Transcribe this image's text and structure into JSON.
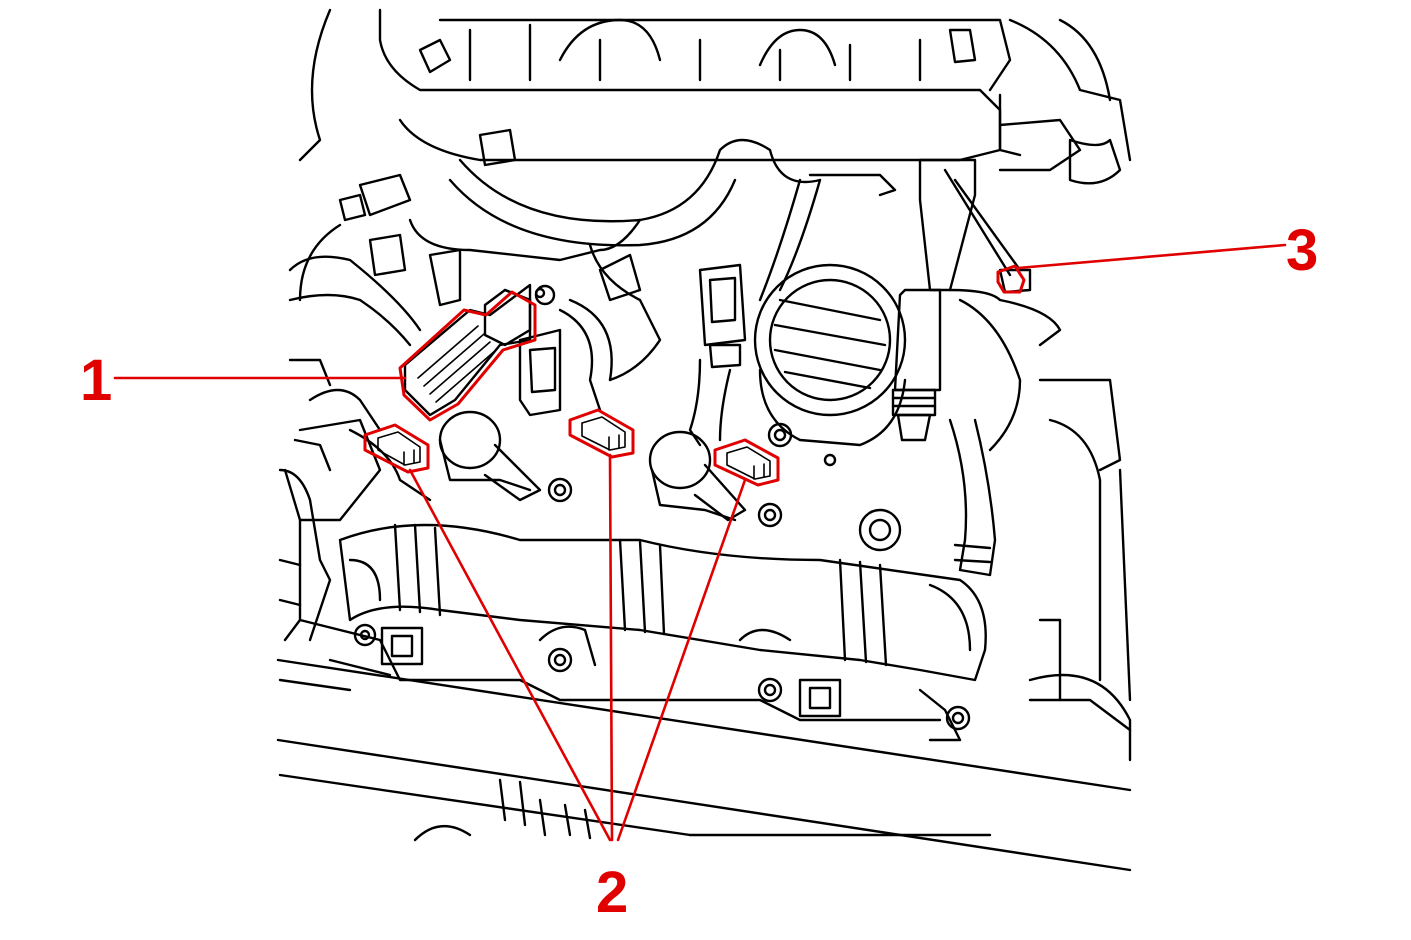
{
  "diagram": {
    "colors": {
      "line_art": "#000000",
      "callout_accent": "#e00000",
      "background": "#ffffff"
    },
    "callouts": [
      {
        "id": "1",
        "label": "1"
      },
      {
        "id": "2",
        "label": "2"
      },
      {
        "id": "3",
        "label": "3"
      }
    ]
  }
}
